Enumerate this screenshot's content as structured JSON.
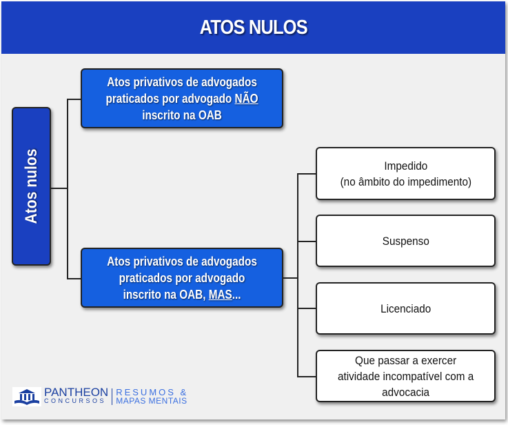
{
  "title": "ATOS NULOS",
  "root": "Atos nulos",
  "branch1": {
    "l1": "Atos privativos de advogados",
    "l2": "praticados por advogado ",
    "l2u": "NÃO",
    "l3": "inscrito na OAB"
  },
  "branch2": {
    "l1": "Atos privativos de advogados",
    "l2": "praticados por advogado",
    "l3": "inscrito na OAB, ",
    "l3u": "MAS",
    "l3e": "..."
  },
  "leaves": [
    {
      "l1": "Impedido",
      "l2": "(no âmbito do impedimento)"
    },
    {
      "l1": "Suspenso"
    },
    {
      "l1": "Licenciado"
    },
    {
      "l1": "Que passar a exercer",
      "l2": "atividade incompatível com a",
      "l3": "advocacia"
    }
  ],
  "logo": {
    "brand": "PANTHEON",
    "sub": "CONCURSOS",
    "tag1": "RESUMOS &",
    "tag2": "MAPAS MENTAIS"
  }
}
